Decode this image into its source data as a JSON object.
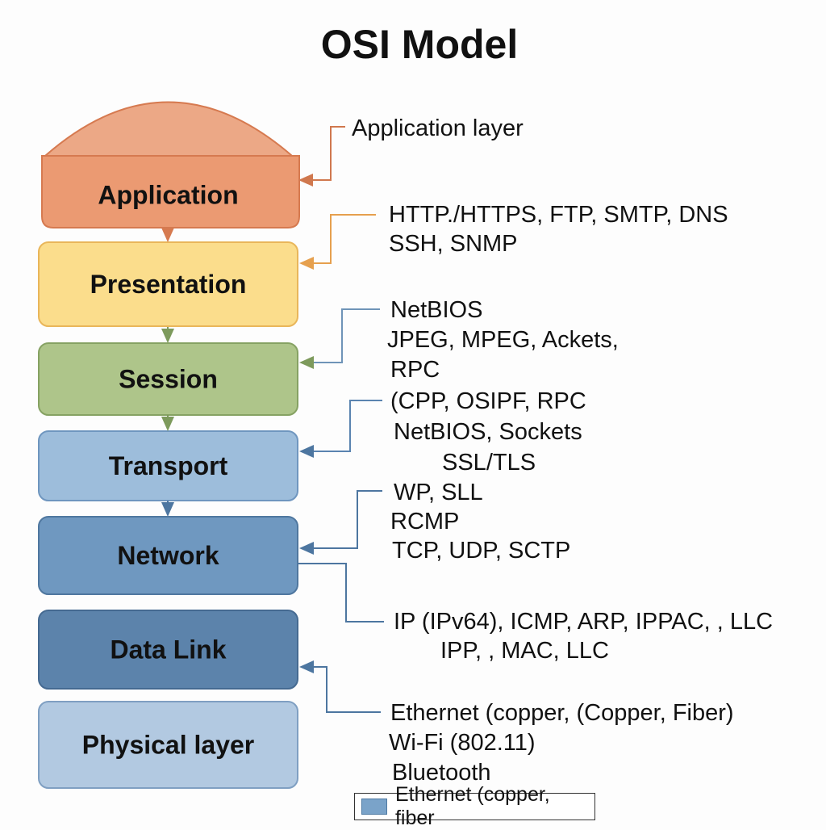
{
  "title": "OSI Model",
  "layers": [
    {
      "label": "Application",
      "fill": "#eb9a72",
      "stroke": "#d67a50"
    },
    {
      "label": "Presentation",
      "fill": "#fbdd8c",
      "stroke": "#e9b65a"
    },
    {
      "label": "Session",
      "fill": "#aec58a",
      "stroke": "#86a263"
    },
    {
      "label": "Transport",
      "fill": "#9dbddb",
      "stroke": "#6f96bf"
    },
    {
      "label": "Network",
      "fill": "#6f98c0",
      "stroke": "#4f779f"
    },
    {
      "label": "Data Link",
      "fill": "#5c83ab",
      "stroke": "#456a91"
    },
    {
      "label": "Physical layer",
      "fill": "#b2c9e1",
      "stroke": "#7f9fc2"
    }
  ],
  "dome_color": "#eca886",
  "annotations": [
    {
      "lines": [
        "Application layer"
      ],
      "color": "#d0784e"
    },
    {
      "lines": [
        "HTTP./HTTPS, FTP, SMTP, DNS",
        "SSH, SNMP"
      ],
      "color": "#e6a04e"
    },
    {
      "lines": [
        "NetBIOS",
        "JPEG, MPEG, Ackets,",
        "RPC"
      ],
      "color": "#6f94b8"
    },
    {
      "lines": [
        "(CPP, OSIPF, RPC",
        "NetBIOS, Sockets",
        "SSL/TLS"
      ],
      "color": "#5a84b0"
    },
    {
      "lines": [
        "WP, SLL",
        "RCMP",
        "TCP, UDP, SCTP"
      ],
      "color": "#4d76a0"
    },
    {
      "lines": [
        "IP (IPv64), ICMP, ARP, IPPAC, , LLC",
        "IPP, , MAC, LLC"
      ],
      "color": "#4d76a0"
    },
    {
      "lines": [
        "Ethernet (copper, (Copper, Fiber)",
        "Wi-Fi (802.11)",
        "Bluetooth"
      ],
      "color": "#4d76a0"
    }
  ],
  "legend": {
    "label": "Ethernet (copper, fiber",
    "swatch_color": "#7aa3c9"
  }
}
